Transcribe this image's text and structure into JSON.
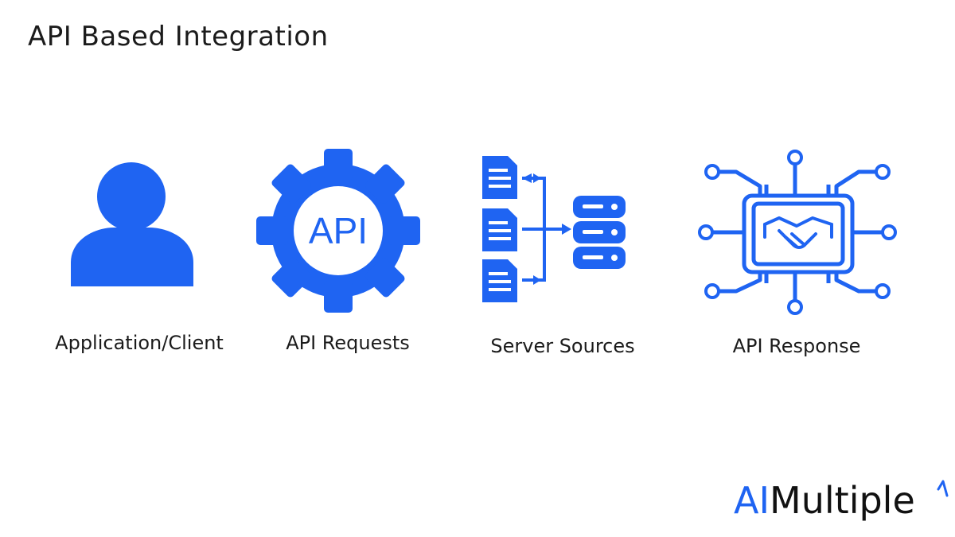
{
  "title": "API Based Integration",
  "colors": {
    "accent": "#1f64f2",
    "text": "#1b1b1b"
  },
  "steps": [
    {
      "icon": "user-icon",
      "label": "Application/Client"
    },
    {
      "icon": "api-gear-icon",
      "icon_text": "API",
      "label": "API Requests"
    },
    {
      "icon": "documents-to-database-icon",
      "label": "Server Sources"
    },
    {
      "icon": "handshake-circuit-icon",
      "label": "API Response"
    }
  ],
  "brand": {
    "prefix": "AI",
    "suffix": "Multiple"
  }
}
